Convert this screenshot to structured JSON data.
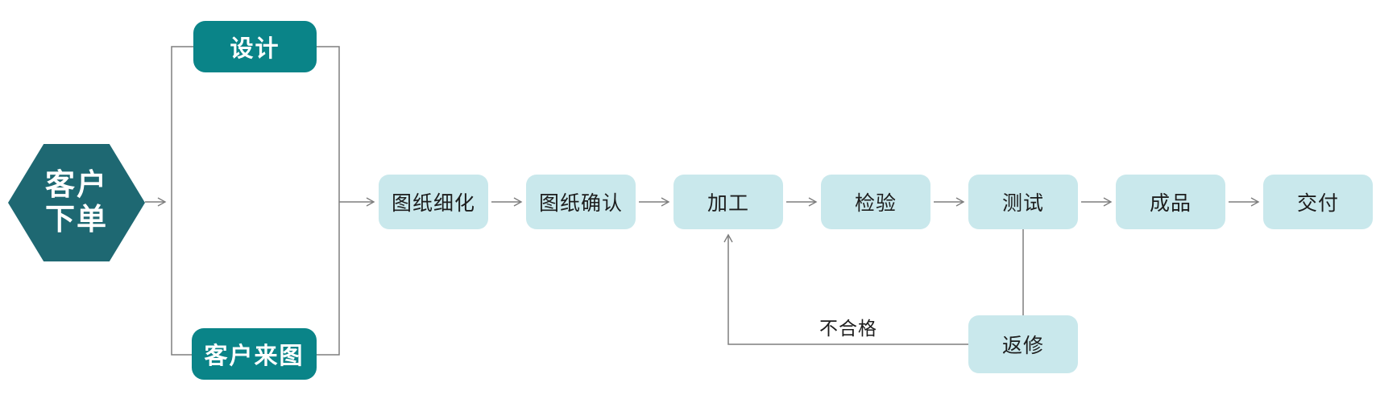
{
  "flow": {
    "start": {
      "label": "客户下单",
      "line1": "客户",
      "line2": "下单"
    },
    "branch_top": "设计",
    "branch_bottom": "客户来图",
    "steps": [
      "图纸细化",
      "图纸确认",
      "加工",
      "检验",
      "测试",
      "成品",
      "交付"
    ],
    "rework": "返修",
    "rework_condition": "不合格",
    "colors": {
      "start_hexagon": "#1e6872",
      "branch_box": "#0a8488",
      "step_box": "#c9e8ec",
      "connector_line": "#7e7e7e",
      "step_text": "#1d1d1d",
      "branch_text": "#ffffff",
      "background": "#ffffff"
    }
  }
}
